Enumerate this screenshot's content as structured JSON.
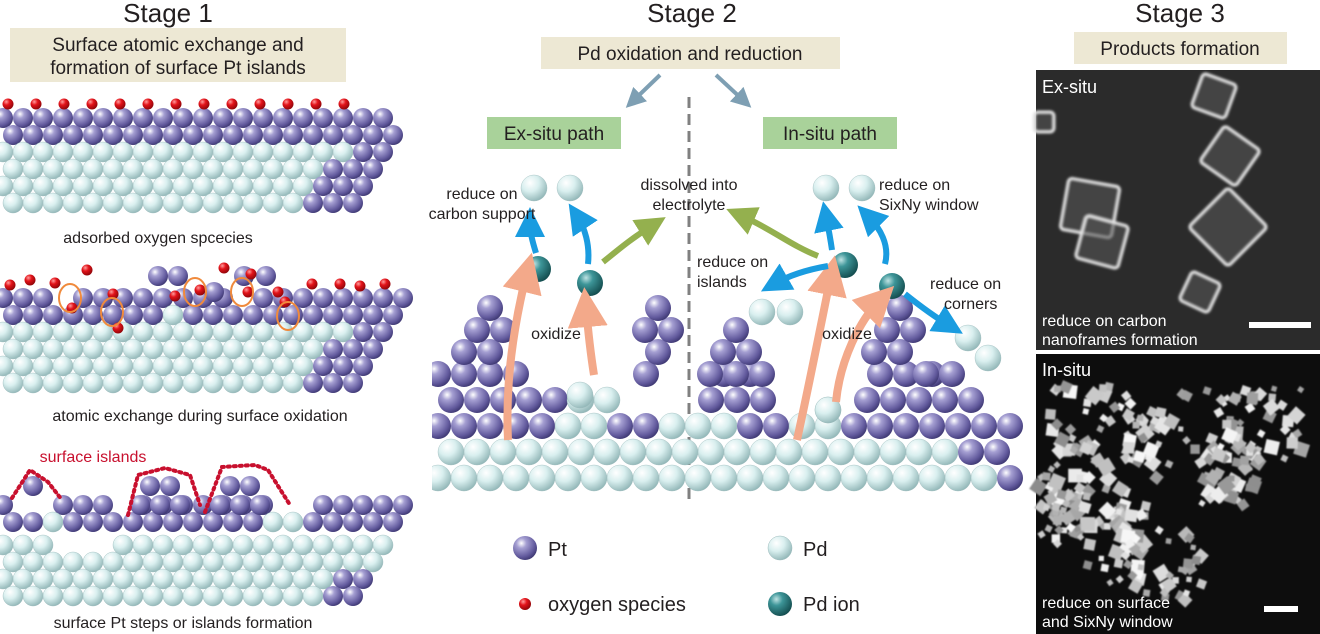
{
  "stage1": {
    "title": "Stage 1",
    "banner_line1": "Surface atomic exchange and",
    "banner_line2": "formation of surface Pt islands",
    "panel1_caption": "adsorbed oxygen spcecies",
    "panel2_caption": "atomic exchange during surface oxidation",
    "panel3_label": "surface islands",
    "panel3_caption": "surface Pt steps or islands formation"
  },
  "stage2": {
    "title": "Stage 2",
    "banner": "Pd oxidation and reduction",
    "exsitu_path": "Ex-situ path",
    "insitu_path": "In-situ path",
    "reduce_carbon_line1": "reduce on",
    "reduce_carbon_line2": "carbon support",
    "dissolved_line1": "dissolved into",
    "dissolved_line2": "electrolyte",
    "reduce_sixny_line1": "reduce on",
    "reduce_sixny_line2": "SixNy window",
    "reduce_islands_line1": "reduce on",
    "reduce_islands_line2": "islands",
    "reduce_corners_line1": "reduce on",
    "reduce_corners_line2": "corners",
    "oxidize_left": "oxidize",
    "oxidize_right": "oxidize"
  },
  "legend": {
    "pt": "Pt",
    "pd": "Pd",
    "oxygen": "oxygen species",
    "pd_ion": "Pd ion"
  },
  "stage3": {
    "title": "Stage 3",
    "banner": "Products formation",
    "exsitu_label": "Ex-situ",
    "exsitu_caption_line1": "reduce on carbon",
    "exsitu_caption_line2": "nanoframes formation",
    "insitu_label": "In-situ",
    "insitu_caption_line1": "reduce on surface",
    "insitu_caption_line2": "and SixNy window"
  },
  "colors": {
    "banner": "#ede8d4",
    "path_box": "#a9d29a",
    "pt": "#6f66a6",
    "pd": "#c9e7e7",
    "pd_ion": "#2b7d80",
    "oxygen": "#e3131a",
    "arrow_blue": "#1a9ce0",
    "arrow_orange": "#f3a98a",
    "arrow_green": "#94b04e",
    "arrow_gray": "#7e9fb3"
  }
}
